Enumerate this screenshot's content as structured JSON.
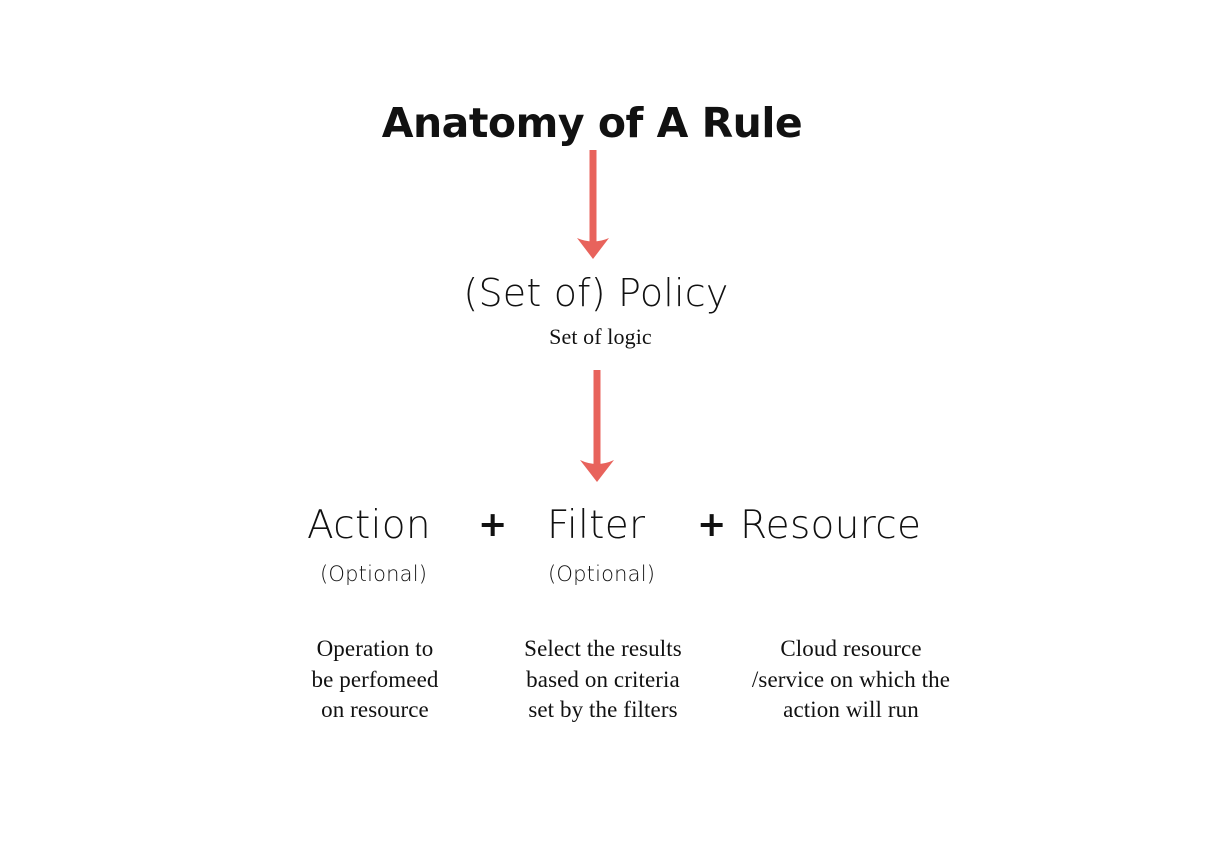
{
  "page": {
    "background": "#ffffff",
    "accent_color": "#e8635c",
    "text_color": "#111111"
  },
  "title": "Anatomy of A Rule",
  "flow": {
    "arrow_1": {
      "name": "arrow-title-to-policy",
      "color": "#e8635c"
    },
    "arrow_2": {
      "name": "arrow-policy-to-components",
      "color": "#e8635c"
    }
  },
  "policy": {
    "label": "(Set of) Policy",
    "subtitle": "Set of logic"
  },
  "components": {
    "operators": {
      "plus_1": "+",
      "plus_2": "+"
    },
    "items": [
      {
        "term": "Action",
        "optional_tag": "(Optional)",
        "description_lines": [
          "Operation to",
          "be perfomeed",
          "on resource"
        ]
      },
      {
        "term": "Filter",
        "optional_tag": "(Optional)",
        "description_lines": [
          "Select the results",
          "based on criteria",
          "set by the filters"
        ]
      },
      {
        "term": "Resource",
        "optional_tag": "",
        "description_lines": [
          "Cloud resource",
          "/service on which the",
          "action will run"
        ]
      }
    ]
  }
}
